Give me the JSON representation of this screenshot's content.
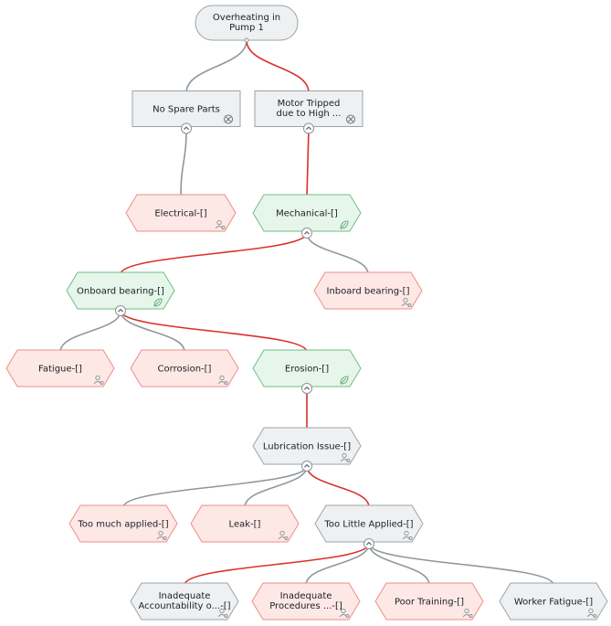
{
  "colors": {
    "gray_fill": "#eef0f2",
    "green_fill": "#e6f6ea",
    "red_fill": "#fde8e6",
    "critical_edge": "#d9302a",
    "normal_edge": "#8f979c"
  },
  "nodes": [
    {
      "id": "root",
      "lines": [
        "Overheating in",
        "Pump 1"
      ],
      "shape": "pill",
      "style": "gray"
    },
    {
      "id": "no-spare",
      "lines": [
        "No Spare Parts"
      ],
      "shape": "rect",
      "style": "gray",
      "icon": "close-circle-icon"
    },
    {
      "id": "motor",
      "lines": [
        "Motor Tripped",
        "due to High ..."
      ],
      "shape": "rect",
      "style": "gray",
      "icon": "close-circle-icon"
    },
    {
      "id": "electrical",
      "lines": [
        "Electrical-[]"
      ],
      "shape": "hex",
      "style": "red",
      "icon": "person-icon"
    },
    {
      "id": "mechanical",
      "lines": [
        "Mechanical-[]"
      ],
      "shape": "hex",
      "style": "green",
      "icon": "leaf-icon"
    },
    {
      "id": "onboard",
      "lines": [
        "Onboard bearing-[]"
      ],
      "shape": "hex",
      "style": "green",
      "icon": "leaf-icon"
    },
    {
      "id": "inboard",
      "lines": [
        "Inboard bearing-[]"
      ],
      "shape": "hex",
      "style": "red",
      "icon": "person-icon"
    },
    {
      "id": "fatigue",
      "lines": [
        "Fatigue-[]"
      ],
      "shape": "hex",
      "style": "red",
      "icon": "person-icon"
    },
    {
      "id": "corrosion",
      "lines": [
        "Corrosion-[]"
      ],
      "shape": "hex",
      "style": "red",
      "icon": "person-icon"
    },
    {
      "id": "erosion",
      "lines": [
        "Erosion-[]"
      ],
      "shape": "hex",
      "style": "green",
      "icon": "leaf-icon"
    },
    {
      "id": "lubrication",
      "lines": [
        "Lubrication Issue-[]"
      ],
      "shape": "hex",
      "style": "gray",
      "icon": "person-icon"
    },
    {
      "id": "too-much",
      "lines": [
        "Too much applied-[]"
      ],
      "shape": "hex",
      "style": "red",
      "icon": "person-icon"
    },
    {
      "id": "leak",
      "lines": [
        "Leak-[]"
      ],
      "shape": "hex",
      "style": "red",
      "icon": "person-icon"
    },
    {
      "id": "too-little",
      "lines": [
        "Too Little Applied-[]"
      ],
      "shape": "hex",
      "style": "gray",
      "icon": "person-icon"
    },
    {
      "id": "inadequate-acc",
      "lines": [
        "Inadequate",
        "Accountability o...-[]"
      ],
      "shape": "hex",
      "style": "gray",
      "icon": "person-icon"
    },
    {
      "id": "inadequate-proc",
      "lines": [
        "Inadequate",
        "Procedures ...-[]"
      ],
      "shape": "hex",
      "style": "red",
      "icon": "person-icon"
    },
    {
      "id": "poor-training",
      "lines": [
        "Poor Training-[]"
      ],
      "shape": "hex",
      "style": "red",
      "icon": "person-icon"
    },
    {
      "id": "worker-fatigue",
      "lines": [
        "Worker Fatigue-[]"
      ],
      "shape": "hex",
      "style": "gray",
      "icon": "person-icon"
    }
  ],
  "edges": [
    {
      "from": "root",
      "to": "no-spare",
      "critical": false
    },
    {
      "from": "root",
      "to": "motor",
      "critical": true
    },
    {
      "from": "no-spare",
      "to": "electrical",
      "critical": false
    },
    {
      "from": "motor",
      "to": "mechanical",
      "critical": true
    },
    {
      "from": "mechanical",
      "to": "onboard",
      "critical": true
    },
    {
      "from": "mechanical",
      "to": "inboard",
      "critical": false
    },
    {
      "from": "onboard",
      "to": "fatigue",
      "critical": false
    },
    {
      "from": "onboard",
      "to": "corrosion",
      "critical": false
    },
    {
      "from": "onboard",
      "to": "erosion",
      "critical": true
    },
    {
      "from": "erosion",
      "to": "lubrication",
      "critical": true
    },
    {
      "from": "lubrication",
      "to": "too-much",
      "critical": false
    },
    {
      "from": "lubrication",
      "to": "leak",
      "critical": false
    },
    {
      "from": "lubrication",
      "to": "too-little",
      "critical": true
    },
    {
      "from": "too-little",
      "to": "inadequate-acc",
      "critical": true
    },
    {
      "from": "too-little",
      "to": "inadequate-proc",
      "critical": false
    },
    {
      "from": "too-little",
      "to": "poor-training",
      "critical": false
    },
    {
      "from": "too-little",
      "to": "worker-fatigue",
      "critical": false
    }
  ]
}
